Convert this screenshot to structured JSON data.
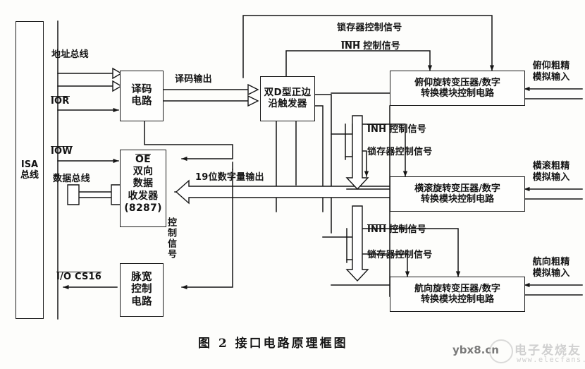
{
  "figure": {
    "caption": "图 2   接口电路原理框图",
    "title": "接口电路原理框图",
    "number": "图 2"
  },
  "blocks": {
    "isa_bus": {
      "line1": "ISA",
      "line2": "总线"
    },
    "decoder": {
      "line1": "译码",
      "line2": "电路"
    },
    "transceiver": {
      "oe": "OE",
      "line1": "双向",
      "line2": "数据",
      "line3": "收发器",
      "line4": "(8287)"
    },
    "pulse_width": {
      "line1": "脉宽",
      "line2": "控制",
      "line3": "电路"
    },
    "flipflop": {
      "line1": "双D型正边",
      "line2": "沿触发器"
    },
    "pitch_rdc": {
      "line1": "俯仰旋转变压器/数字",
      "line2": "转换模块控制电路"
    },
    "roll_rdc": {
      "line1": "横滚旋转变压器/数字",
      "line2": "转换模块控制电路"
    },
    "heading_rdc": {
      "line1": "航向旋转变压器/数字",
      "line2": "转换模块控制电路"
    }
  },
  "signals": {
    "address_bus": "地址总线",
    "ior": "IOR",
    "iow": "IOW",
    "data_bus": "数据总线",
    "io_cs16": "I/O CS16",
    "decode_output": "译码输出",
    "digital_output": "19位数字量输出",
    "control_signal_vertical": "控制信号",
    "latch_ctrl_1": "锁存器控制信号",
    "inh_ctrl_1_prefix": "INH",
    "inh_ctrl_1_suffix": "控制信号",
    "inh_ctrl_2_prefix": "INH",
    "inh_ctrl_2_suffix": "控制信号",
    "latch_ctrl_2": "锁存器控制信号",
    "inh_ctrl_3_prefix": "INH",
    "inh_ctrl_3_suffix": "控制信号",
    "latch_ctrl_3": "锁存器控制信号",
    "pitch_analog_l1": "俯仰粗精",
    "pitch_analog_l2": "模拟输入",
    "roll_analog_l1": "横滚粗精",
    "roll_analog_l2": "模拟输入",
    "heading_analog_l1": "航向粗精",
    "heading_analog_l2": "模拟输入"
  },
  "watermark": {
    "site": "ybx8.cn",
    "brand": "电子发烧友",
    "url": "www.elecfans.com"
  },
  "colors": {
    "ink": "#151515",
    "paper": "#fdfdfb",
    "watermark": "#c9c9c9"
  }
}
